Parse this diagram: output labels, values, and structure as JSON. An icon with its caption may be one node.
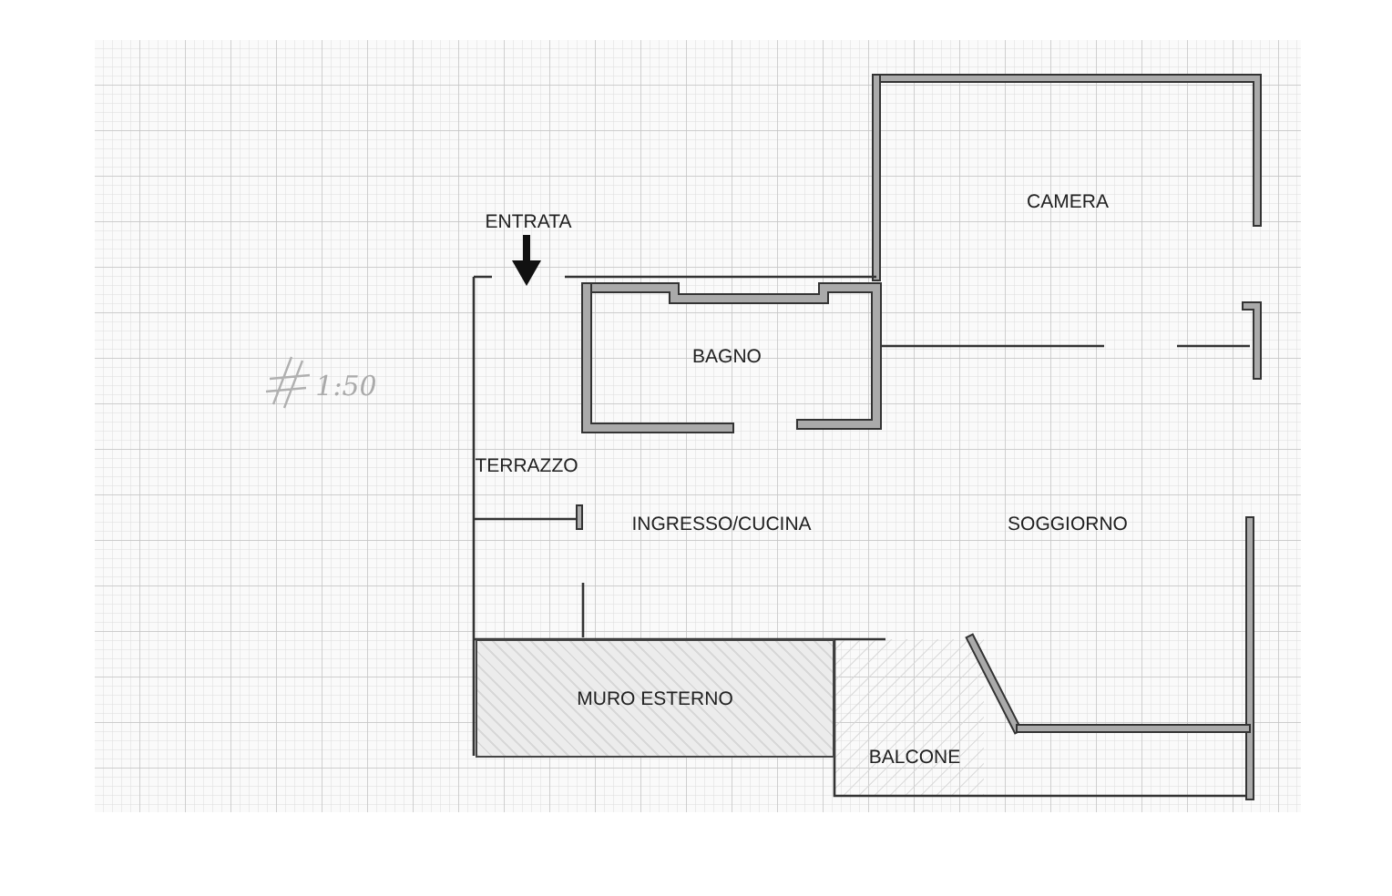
{
  "diagram": {
    "nodes": [
      {
        "text": [
          "MURO ESTERNO"
        ]
      }
    ],
    "edges": [],
    "labels": [
      "CAMERA",
      "ENTRATA",
      "BAGNO",
      "1:50",
      "TERRAZZO",
      "INGRESSO/CUCINA",
      "SOGGIORNO",
      "BALCONE"
    ]
  }
}
